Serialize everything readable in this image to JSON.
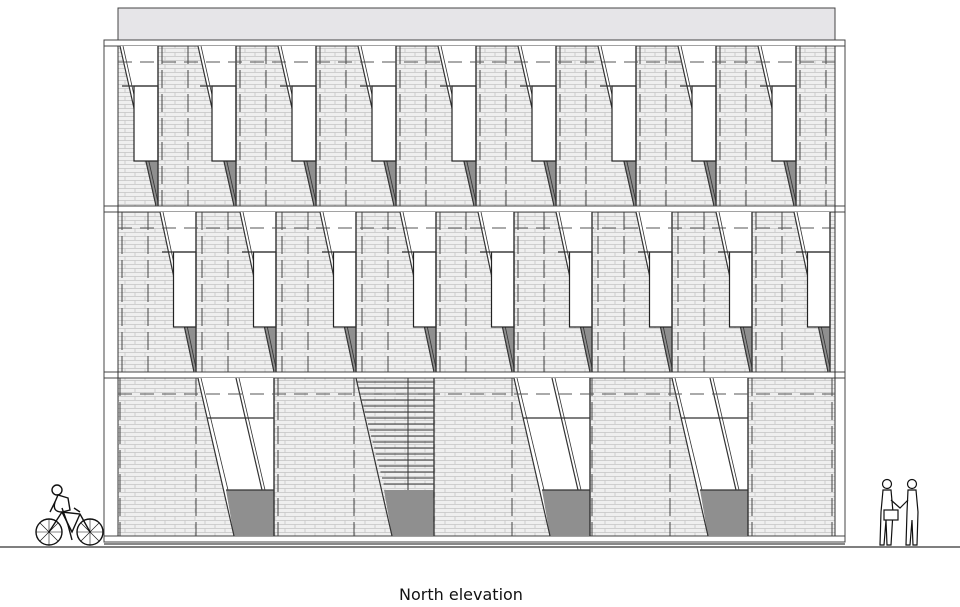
{
  "caption": "North elevation",
  "drawing": {
    "colors": {
      "parapet_fill": "#e6e5e8",
      "brick_fill": "#eeeeee",
      "brick_line": "#c8c8c8",
      "window_glass": "#ffffff",
      "sill_shadow": "#8f8f8f",
      "line": "#333333",
      "dashed": "#555555"
    },
    "floors": 3,
    "top_floor_windows": 9,
    "middle_floor_windows": 9,
    "ground_floor_windows": 4,
    "ground_floor_louvre_openings": 1,
    "figures": [
      "cyclist-left",
      "two-people-shaking-hands-right"
    ]
  }
}
